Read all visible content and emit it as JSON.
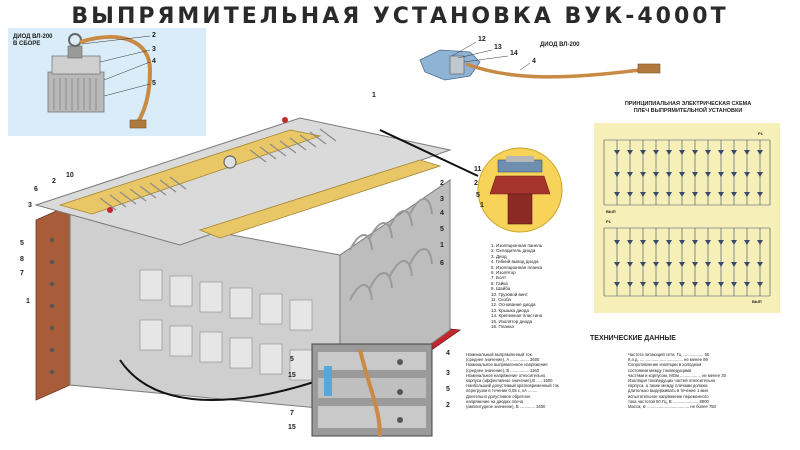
{
  "title": "ВЫПРЯМИТЕЛЬНАЯ УСТАНОВКА ВУК-4000Т",
  "inset_diode_assembly": {
    "label_line1": "ДИОД ВЛ-200",
    "label_line2": "В СБОРЕ",
    "callouts": [
      "2",
      "3",
      "4",
      "5"
    ]
  },
  "diode_detail": {
    "label": "ДИОД ВЛ-200",
    "callouts": [
      "12",
      "13",
      "14",
      "4"
    ]
  },
  "schema": {
    "title_line1": "ПРИНЦИПИАЛЬНАЯ ЭЛЕКТРИЧЕСКАЯ СХЕМА",
    "title_line2": "ПЛЕЧ ВЫПРЯМИТЕЛЬНОЙ УСТАНОВКИ",
    "terminal_labels": [
      "Р1",
      "ВЫП",
      "Р1",
      "ВЫП"
    ]
  },
  "main_callouts_left": [
    "10",
    "2",
    "6",
    "3",
    "5",
    "8",
    "7",
    "1"
  ],
  "main_callouts_right": [
    "1",
    "2",
    "3",
    "4",
    "5",
    "1",
    "6"
  ],
  "circle_callouts": [
    "11",
    "2",
    "5",
    "1"
  ],
  "bottom_callouts_left": [
    "5",
    "15",
    "7",
    "15"
  ],
  "bottom_callouts_right": [
    "4",
    "3",
    "5",
    "2"
  ],
  "legend": [
    "1. Изоляционная панель",
    "2. Охладитель диода",
    "3. Диод",
    "4. Гибкий вывод диода",
    "5. Изоляционная планка",
    "6. Изолятор",
    "7. Болт",
    "8. Гайка",
    "9. Шайба",
    "10. Грузовой винт",
    "11. Скоба",
    "12. Основание диода",
    "13. Крышка диода",
    "14. Крепежная пластина",
    "15. Изолятор диода",
    "16. Планка"
  ],
  "tech_title": "ТЕХНИЧЕСКИЕ ДАННЫЕ",
  "tech_left": [
    "Номинальный выпрямленный ток",
    "(среднее значение), А ................ 3600",
    "Номинальное выпрямленное напряжение",
    "(среднее значение), В ................ 1160",
    "Номинальное напряжение относительно",
    "корпуса (эффективное значение),В ..... 1500",
    "Наибольший допустимый кратковременный ток",
    "перегрузки в течение 0,05 с, кА ........",
    "Длительно допустимое обратное",
    "напряжение на диодах плеча",
    "(амплитудное значение), В ............. 3400"
  ],
  "tech_right": [
    "Частота питающей сети, Гц .................. 50",
    "К.п.д. ..................................... не менее 99",
    "Сопротивление изоляции в холодном",
    "состоянии между токоведущими",
    "частями и корпусом, МОм .................. не менее 30",
    "Изоляция токоведущих частей относительно",
    "корпуса, а также между плечами должна",
    "длительно выдерживать в течение 1 мин",
    "испытательное напряжение переменного",
    "тока частотой 50 Гц, В ...................... 8000",
    "Масса, кг .................................... не более 750"
  ],
  "colors": {
    "inset_bg": "#d9ecf8",
    "schema_bg": "#f7efb8",
    "frame": "#d7d7d7",
    "copper": "#a85c3a",
    "yellow_panel": "#e9c767",
    "red_base": "#c3272f",
    "wire": "#c88a45"
  }
}
